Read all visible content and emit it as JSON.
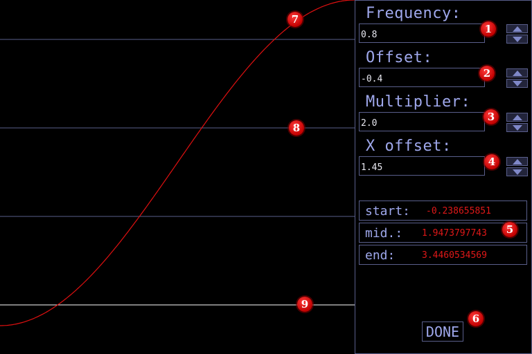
{
  "plot": {
    "curve_color": "#e01010",
    "grid_color": "#5a5f8c",
    "baseline_color": "#ffffff"
  },
  "panel": {
    "fields": [
      {
        "label": "Frequency:",
        "value": "0.8",
        "badge": "1"
      },
      {
        "label": "Offset:",
        "value": "-0.4",
        "badge": "2"
      },
      {
        "label": "Multiplier:",
        "value": "2.0",
        "badge": "3"
      },
      {
        "label": "X offset:",
        "value": "1.45",
        "badge": "4"
      }
    ],
    "results": [
      {
        "key": "start:",
        "value": "-0.238655851"
      },
      {
        "key": "mid.:",
        "value": "1.9473797743"
      },
      {
        "key": "end:",
        "value": "3.4460534569"
      }
    ],
    "results_badge": "5",
    "done_label": "DONE",
    "done_badge": "6"
  },
  "plot_badges": {
    "curve": "7",
    "grid_mid": "8",
    "baseline": "9"
  }
}
